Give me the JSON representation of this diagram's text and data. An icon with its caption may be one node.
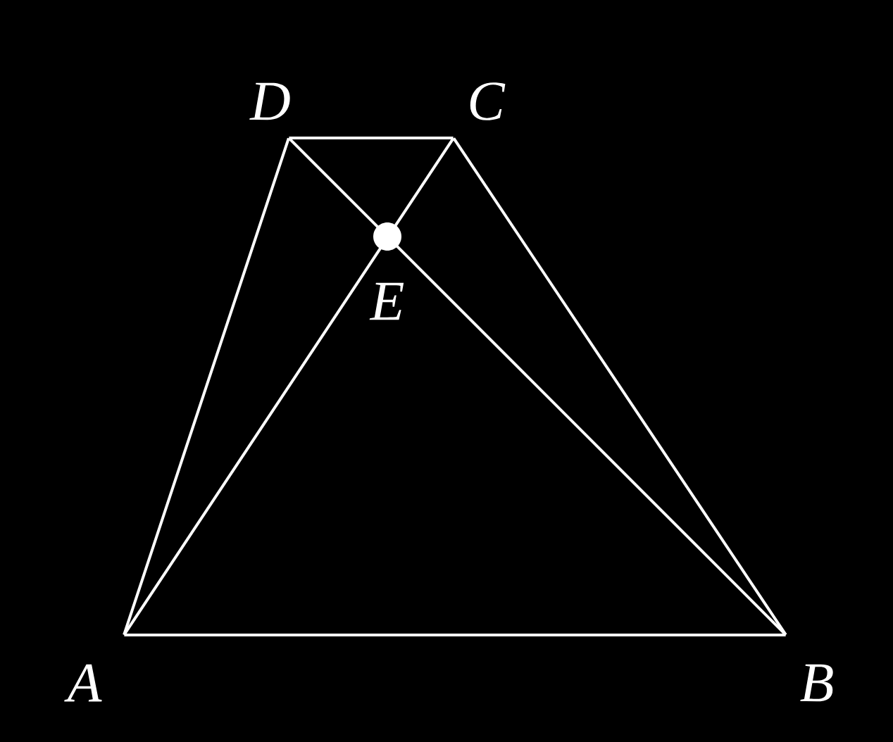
{
  "diagram": {
    "nodes": [
      {
        "text": [],
        "shape": "vertex",
        "beside": [
          "A"
        ]
      },
      {
        "text": [],
        "shape": "vertex",
        "beside": [
          "B"
        ]
      },
      {
        "text": [],
        "shape": "vertex",
        "beside": [
          "C"
        ]
      },
      {
        "text": [],
        "shape": "vertex",
        "beside": [
          "D"
        ]
      }
    ],
    "edges": [
      {
        "from": 0,
        "to": 1,
        "arrow": "none"
      },
      {
        "from": 1,
        "to": 2,
        "arrow": "none"
      },
      {
        "from": 2,
        "to": 3,
        "arrow": "none"
      },
      {
        "from": 3,
        "to": 0,
        "arrow": "none"
      },
      {
        "from": 0,
        "to": 2,
        "arrow": "none"
      },
      {
        "from": 3,
        "to": 1,
        "arrow": "none"
      }
    ],
    "labels": [
      "E"
    ]
  }
}
